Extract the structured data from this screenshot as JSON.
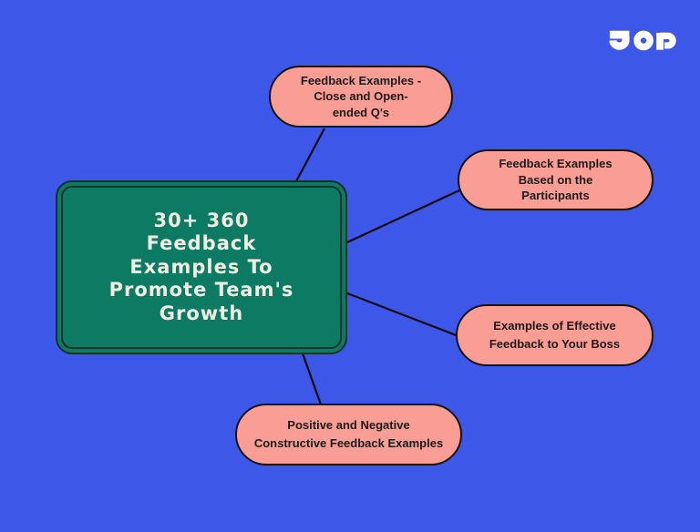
{
  "app": {
    "type": "mind-map infographic",
    "background_color": "#3d57e8"
  },
  "logo": {
    "text": "JOP",
    "color": "#ffffff"
  },
  "center_node": {
    "label": "30+ 360 Feedback Examples To Promote Team's Growth",
    "lines": [
      "30+ 360",
      "Feedback",
      "Examples To",
      "Promote Team's",
      "Growth"
    ],
    "fill_color": "#0d7a63",
    "border_color": "#12302c",
    "text_color": "#f1eee3"
  },
  "branch_nodes": [
    {
      "id": "top",
      "label": "Feedback Examples - Close and Open-ended Q's",
      "lines": [
        "Feedback Examples -",
        "Close and Open-",
        "ended Q's"
      ]
    },
    {
      "id": "right-top",
      "label": "Feedback Examples Based on the Participants",
      "lines": [
        "Feedback Examples",
        "Based on the",
        "Participants"
      ]
    },
    {
      "id": "right-bottom",
      "label": "Examples of Effective Feedback to Your Boss",
      "lines": [
        "Examples of Effective",
        "Feedback to Your Boss"
      ]
    },
    {
      "id": "bottom",
      "label": "Positive and Negative Constructive Feedback Examples",
      "lines": [
        "Positive and Negative",
        "Constructive Feedback Examples"
      ]
    }
  ],
  "style": {
    "background": "#3d57e8",
    "node_fill": "#f99d95",
    "node_border": "#141414",
    "node_text": "#1c1c1c",
    "connector": "#0b0b0b",
    "center_fill": "#0d7a63",
    "center_border": "#12302c",
    "center_text": "#f1eee3",
    "logo_color": "#ffffff"
  }
}
